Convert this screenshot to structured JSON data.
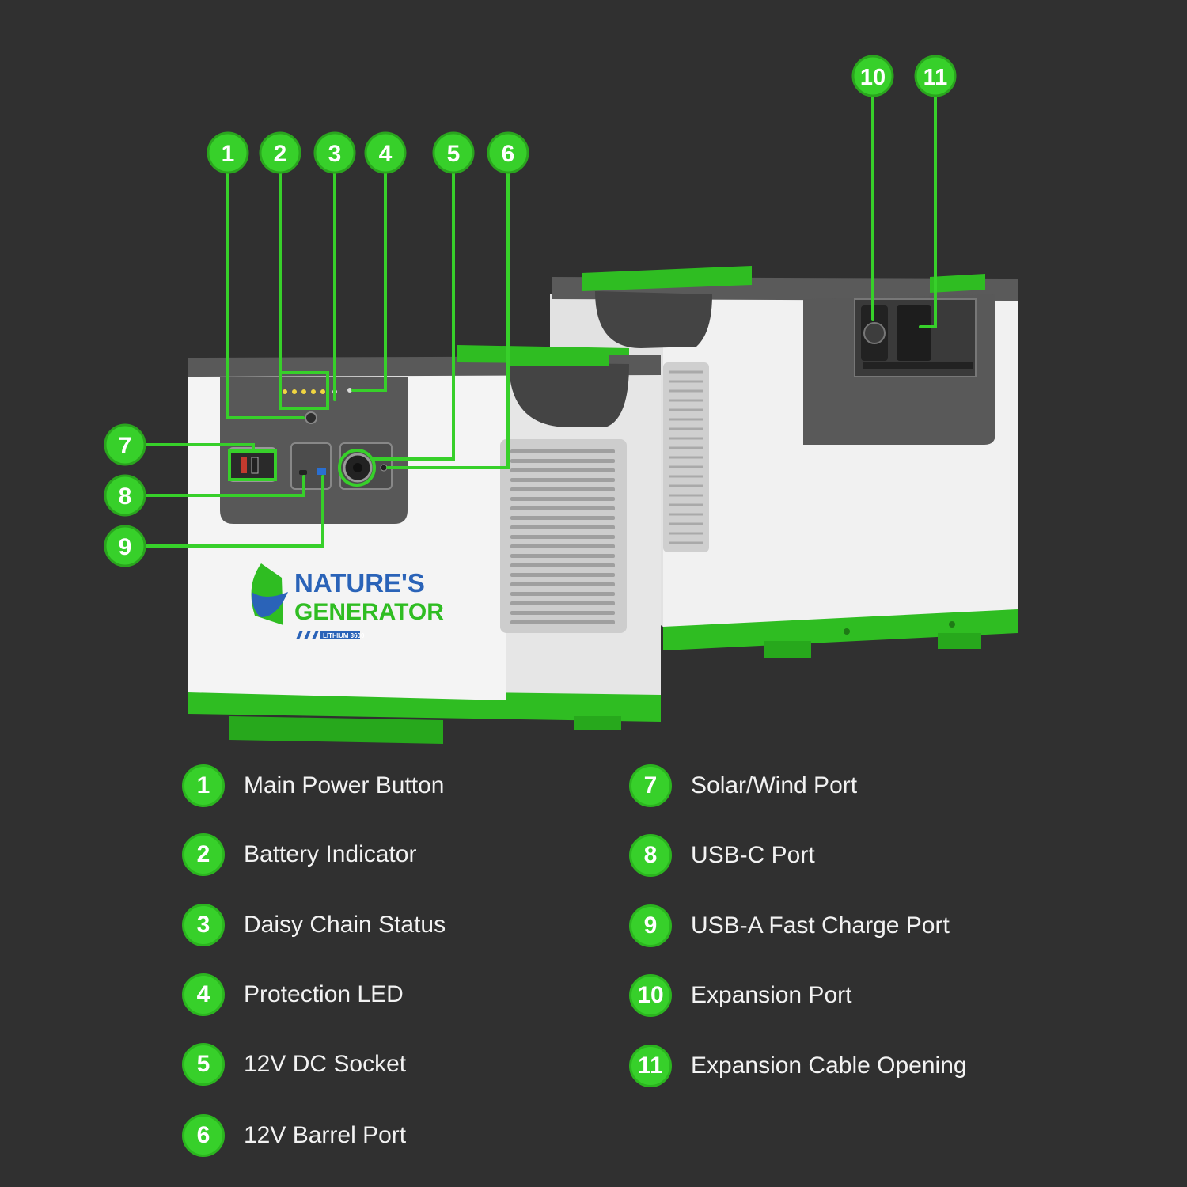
{
  "colors": {
    "background": "#303030",
    "accent_green": "#37d02a",
    "unit_white": "#f3f3f3",
    "unit_gray": "#5a5a5a",
    "brand_blue": "#2a63b8"
  },
  "product": {
    "brand_line1": "NATURE'S",
    "brand_line2": "GENERATOR",
    "model_badge": "LITHIUM 3600"
  },
  "callouts": [
    "1",
    "2",
    "3",
    "4",
    "5",
    "6",
    "7",
    "8",
    "9",
    "10",
    "11"
  ],
  "legend": {
    "left": [
      {
        "num": "1",
        "label": "Main Power Button"
      },
      {
        "num": "2",
        "label": "Battery Indicator"
      },
      {
        "num": "3",
        "label": "Daisy Chain Status"
      },
      {
        "num": "4",
        "label": "Protection LED"
      },
      {
        "num": "5",
        "label": "12V DC Socket"
      },
      {
        "num": "6",
        "label": "12V Barrel Port"
      }
    ],
    "right": [
      {
        "num": "7",
        "label": "Solar/Wind Port"
      },
      {
        "num": "8",
        "label": "USB-C Port"
      },
      {
        "num": "9",
        "label": "USB-A Fast Charge Port"
      },
      {
        "num": "10",
        "label": "Expansion Port"
      },
      {
        "num": "11",
        "label": "Expansion Cable Opening"
      }
    ]
  }
}
